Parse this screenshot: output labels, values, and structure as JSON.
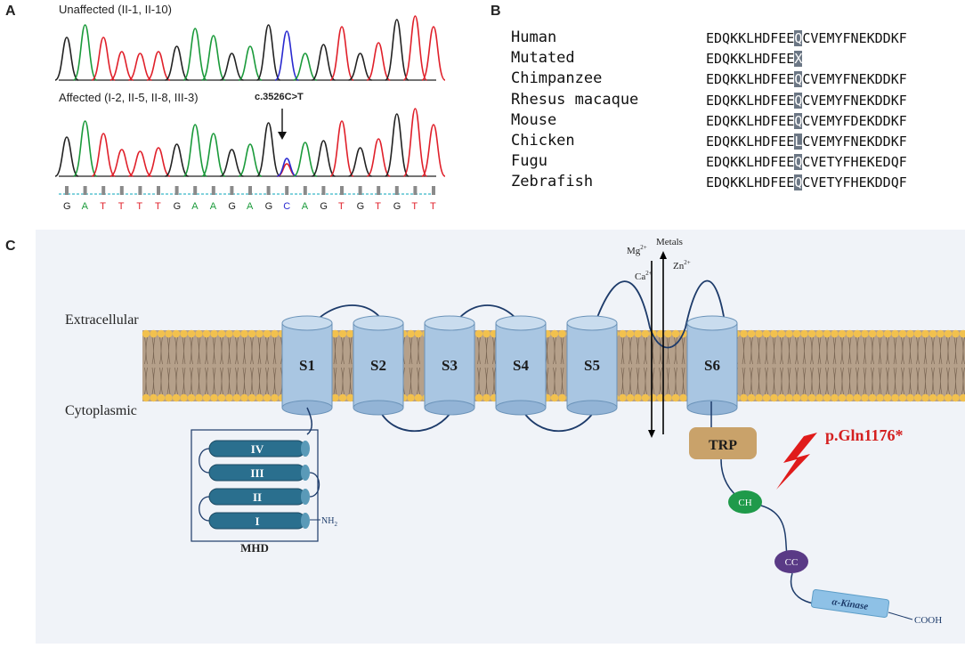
{
  "panels": {
    "a": "A",
    "b": "B",
    "c": "C"
  },
  "panel_a": {
    "unaffected_label": "Unaffected (II-1, II-10)",
    "affected_label": "Affected (I-2, II-5, II-8, III-3)",
    "mutation_label": "c.3526C>T",
    "bases": [
      "G",
      "A",
      "T",
      "T",
      "T",
      "T",
      "G",
      "A",
      "A",
      "G",
      "A",
      "G",
      "C",
      "A",
      "G",
      "T",
      "G",
      "T",
      "G",
      "T",
      "T"
    ],
    "colors": {
      "G": "#222222",
      "A": "#1a9a3a",
      "T": "#e0202a",
      "C": "#2a2ad0"
    }
  },
  "panel_b": {
    "rows": [
      {
        "species": "Human",
        "pre": "EDQKKLHDFEE",
        "hl": "Q",
        "post": "CVEMYFNEKDDKF"
      },
      {
        "species": "Mutated",
        "pre": "EDQKKLHDFEE",
        "hl": "X",
        "post": ""
      },
      {
        "species": "Chimpanzee",
        "pre": "EDQKKLHDFEE",
        "hl": "Q",
        "post": "CVEMYFNEKDDKF"
      },
      {
        "species": "Rhesus macaque",
        "pre": "EDQKKLHDFEE",
        "hl": "Q",
        "post": "CVEMYFNEKDDKF"
      },
      {
        "species": "Mouse",
        "pre": "EDQKKLHDFEE",
        "hl": "Q",
        "post": "CVEMYFDEKDDKF"
      },
      {
        "species": "Chicken",
        "pre": "EDQKKLHDFEE",
        "hl": "L",
        "post": "CVEMYFNEKDDKF"
      },
      {
        "species": "Fugu",
        "pre": "EDQKKLHDFEE",
        "hl": "Q",
        "post": "CVETYFHEKEDQF"
      },
      {
        "species": "Zebrafish",
        "pre": "EDQKKLHDFEE",
        "hl": "Q",
        "post": "CVETYFHEKDDQF"
      }
    ]
  },
  "panel_c": {
    "extracellular": "Extracellular",
    "cytoplasmic": "Cytoplasmic",
    "segments": [
      "S1",
      "S2",
      "S3",
      "S4",
      "S5",
      "S6"
    ],
    "ions": {
      "mg": "Mg",
      "mg_sup": "2+",
      "ca": "Ca",
      "ca_sup": "2+",
      "zn": "Zn",
      "zn_sup": "2+",
      "metals": "Metals"
    },
    "mhd_domains": [
      "IV",
      "III",
      "II",
      "I"
    ],
    "mhd_label": "MHD",
    "nh2": "NH",
    "nh2_sub": "2",
    "trp": "TRP",
    "ch": "CH",
    "cc": "CC",
    "kinase": "α-Kinase",
    "cooh": "COOH",
    "mutation": "p.Gln1176*",
    "colors": {
      "membrane_head": "#f2c14e",
      "membrane_tail": "#b09a82",
      "cylinder": "#a9c6e2",
      "mhd": "#2a6f8e",
      "trp": "#c9a26a",
      "ch": "#1f9a4a",
      "cc": "#5a3a86",
      "kinase": "#8ec1e6",
      "mutation": "#d42020"
    }
  }
}
